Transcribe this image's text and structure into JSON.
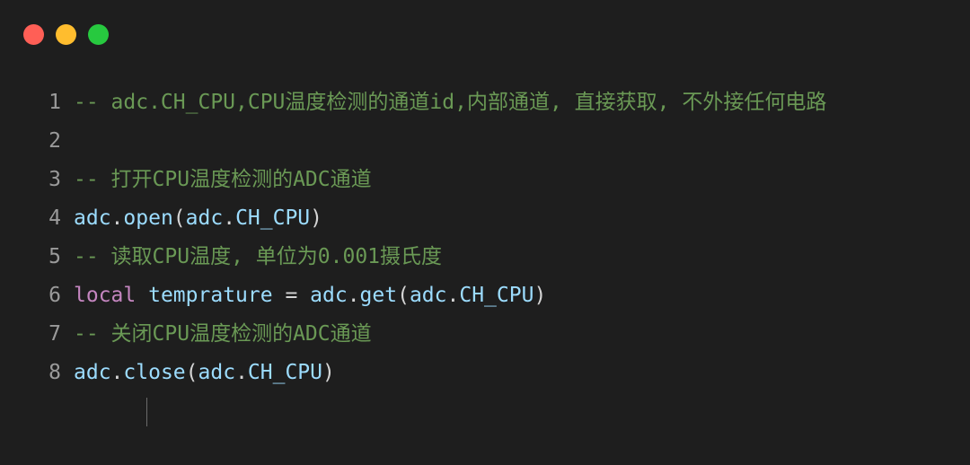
{
  "window": {
    "controls": [
      {
        "name": "close",
        "color": "#ff5f56"
      },
      {
        "name": "minimize",
        "color": "#ffbd2e"
      },
      {
        "name": "maximize",
        "color": "#27c93f"
      }
    ]
  },
  "colors": {
    "background": "#1e1e1e",
    "line_number": "#9a9a9a",
    "comment": "#6a9955",
    "keyword": "#c586c0",
    "identifier": "#9cdcfe",
    "punctuation": "#d4d4d4"
  },
  "editor": {
    "lines": [
      {
        "number": "1",
        "tokens": [
          {
            "t": "comment",
            "text": "-- adc.CH_CPU,CPU温度检测的通道id,内部通道, 直接获取, 不外接任何电路"
          }
        ]
      },
      {
        "number": "2",
        "tokens": []
      },
      {
        "number": "3",
        "tokens": [
          {
            "t": "comment",
            "text": "-- 打开CPU温度检测的ADC通道"
          }
        ]
      },
      {
        "number": "4",
        "tokens": [
          {
            "t": "ident",
            "text": "adc"
          },
          {
            "t": "punct",
            "text": "."
          },
          {
            "t": "ident",
            "text": "open"
          },
          {
            "t": "punct",
            "text": "("
          },
          {
            "t": "ident",
            "text": "adc"
          },
          {
            "t": "punct",
            "text": "."
          },
          {
            "t": "ident",
            "text": "CH_CPU"
          },
          {
            "t": "punct",
            "text": ")"
          }
        ]
      },
      {
        "number": "5",
        "tokens": [
          {
            "t": "comment",
            "text": "-- 读取CPU温度, 单位为0.001摄氏度"
          }
        ]
      },
      {
        "number": "6",
        "tokens": [
          {
            "t": "keyword",
            "text": "local"
          },
          {
            "t": "punct",
            "text": " "
          },
          {
            "t": "ident",
            "text": "temprature"
          },
          {
            "t": "punct",
            "text": " = "
          },
          {
            "t": "ident",
            "text": "adc"
          },
          {
            "t": "punct",
            "text": "."
          },
          {
            "t": "ident",
            "text": "get"
          },
          {
            "t": "punct",
            "text": "("
          },
          {
            "t": "ident",
            "text": "adc"
          },
          {
            "t": "punct",
            "text": "."
          },
          {
            "t": "ident",
            "text": "CH_CPU"
          },
          {
            "t": "punct",
            "text": ")"
          }
        ]
      },
      {
        "number": "7",
        "tokens": [
          {
            "t": "comment",
            "text": "-- 关闭CPU温度检测的ADC通道"
          }
        ]
      },
      {
        "number": "8",
        "tokens": [
          {
            "t": "ident",
            "text": "adc"
          },
          {
            "t": "punct",
            "text": "."
          },
          {
            "t": "ident",
            "text": "close"
          },
          {
            "t": "punct",
            "text": "("
          },
          {
            "t": "ident",
            "text": "adc"
          },
          {
            "t": "punct",
            "text": "."
          },
          {
            "t": "ident",
            "text": "CH_CPU"
          },
          {
            "t": "punct",
            "text": ")"
          }
        ]
      }
    ]
  }
}
